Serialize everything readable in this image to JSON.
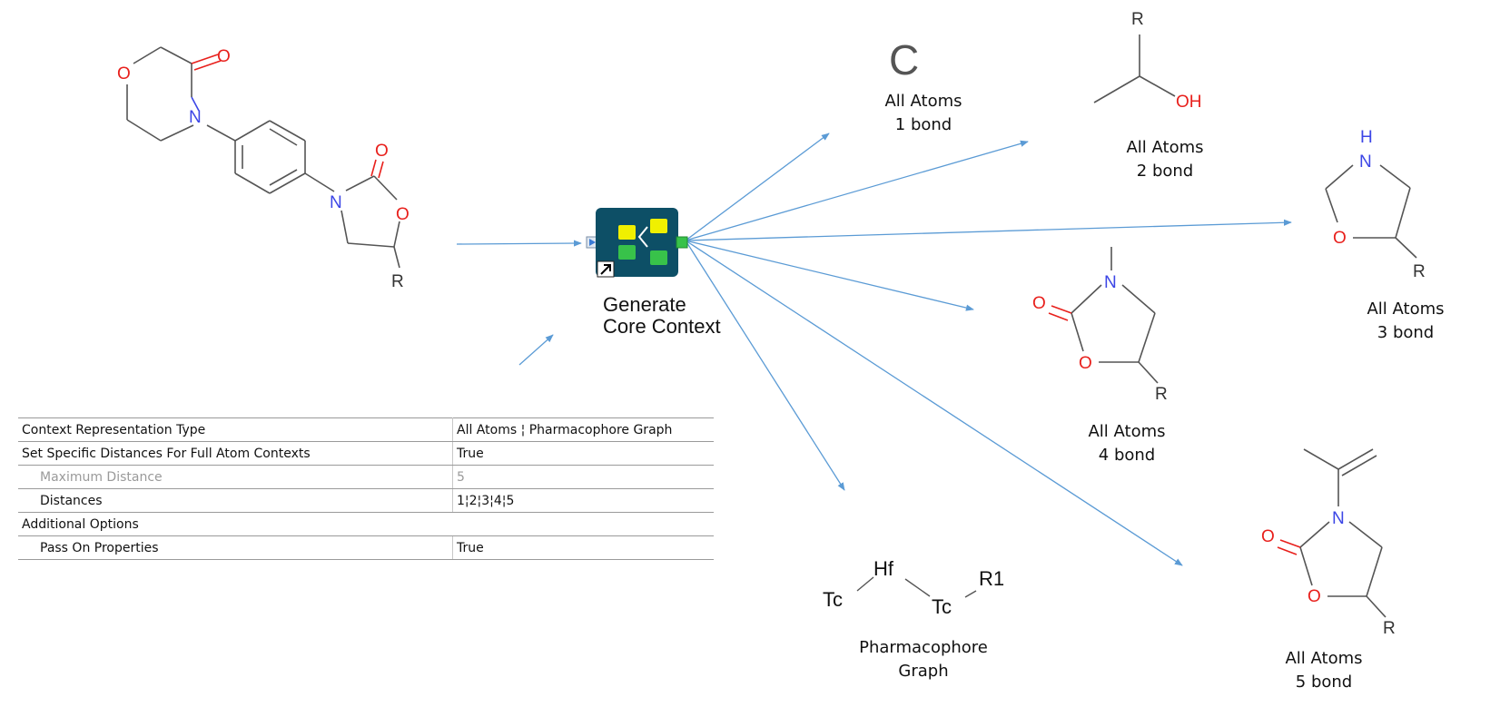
{
  "node": {
    "title_line1": "Generate",
    "title_line2": "Core Context",
    "icon": "workflow-node-icon"
  },
  "input_molecule": {
    "atoms": {
      "o_ring": "O",
      "o_carbonyl_1": "O",
      "n_1": "N",
      "n_2": "N",
      "o_carbonyl_2": "O",
      "o_ring_2": "O",
      "r": "R"
    }
  },
  "outputs": [
    {
      "id": "c1",
      "line1": "All Atoms",
      "line2": "1 bond",
      "atoms": [
        "C"
      ]
    },
    {
      "id": "c2",
      "line1": "All Atoms",
      "line2": "2 bond",
      "atoms": [
        "R",
        "OH"
      ]
    },
    {
      "id": "c3",
      "line1": "All Atoms",
      "line2": "3 bond",
      "atoms": [
        "H",
        "N",
        "O",
        "R"
      ]
    },
    {
      "id": "c4",
      "line1": "All Atoms",
      "line2": "4 bond",
      "atoms": [
        "N",
        "O",
        "O",
        "R"
      ]
    },
    {
      "id": "c5",
      "line1": "All Atoms",
      "line2": "5 bond",
      "atoms": [
        "N",
        "O",
        "O",
        "R"
      ]
    },
    {
      "id": "ph",
      "line1": "Pharmacophore",
      "line2": "Graph",
      "atoms": [
        "Tc",
        "Hf",
        "Tc",
        "R1"
      ]
    }
  ],
  "properties": [
    {
      "key": "Context Representation Type",
      "value": "All Atoms ¦ Pharmacophore Graph",
      "indent": false,
      "disabled": false
    },
    {
      "key": "Set Specific Distances For Full Atom Contexts",
      "value": "True",
      "indent": false,
      "disabled": false
    },
    {
      "key": "Maximum Distance",
      "value": "5",
      "indent": true,
      "disabled": true
    },
    {
      "key": "Distances",
      "value": "1¦2¦3¦4¦5",
      "indent": true,
      "disabled": false
    },
    {
      "key": "Additional Options",
      "value": "",
      "indent": false,
      "disabled": false
    },
    {
      "key": "Pass On Properties",
      "value": "True",
      "indent": true,
      "disabled": false
    }
  ],
  "colors": {
    "arrow": "#5b9bd5",
    "bond": "#555555",
    "oxygen": "#e8201c",
    "nitrogen": "#3c46e6",
    "node_bg": "#0d4f66",
    "node_yellow": "#f0f000",
    "node_green": "#38c24a"
  }
}
